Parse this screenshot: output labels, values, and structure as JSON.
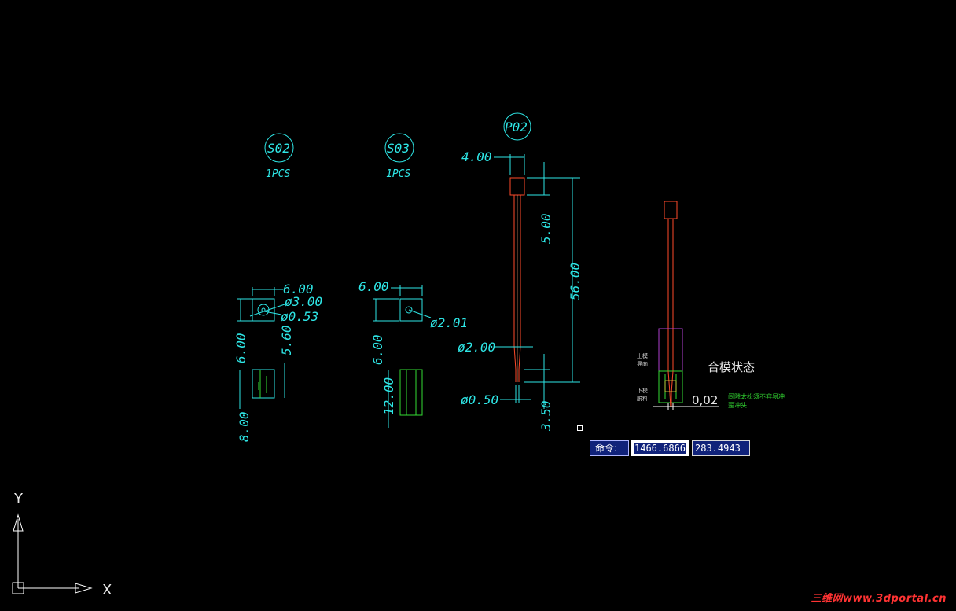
{
  "drawing": {
    "parts": [
      {
        "tag": "S02",
        "qty": "1PCS"
      },
      {
        "tag": "S03",
        "qty": "1PCS"
      },
      {
        "tag": "P02"
      }
    ],
    "dims_s02": {
      "width": "6.00",
      "hole_big": "ø3.00",
      "hole_small": "ø0.53",
      "height_left": "6.00",
      "height_right": "5.60",
      "thick": "8.00"
    },
    "dims_s03": {
      "width": "6.00",
      "hole": "ø2.01",
      "height_left": "6.00",
      "thick": "12.00"
    },
    "dims_p02": {
      "head": "4.00",
      "head_len": "5.00",
      "total_len": "56.00",
      "shank_dia": "ø2.00",
      "tip_dia": "ø0.50",
      "tip_len": "3.50"
    },
    "assembly": {
      "title": "合模状态",
      "upper_label_1": "上模",
      "upper_label_2": "导向",
      "lower_label_1": "下模",
      "lower_label_2": "脱料",
      "gap": "0,02",
      "note_line_1": "间隙太松须不容易冲",
      "note_line_2": "歪冲头"
    }
  },
  "ucs": {
    "x_label": "X",
    "y_label": "Y"
  },
  "command": {
    "prompt": "命令:",
    "x_value": "1466.6866",
    "y_value": "283.4943"
  },
  "watermark": "三维网www.3dportal.cn",
  "colors": {
    "dim": "#2ee6e6",
    "part": "#ff4a2a",
    "assembly_box": "#b040d0",
    "ucs": "#ffffff"
  }
}
